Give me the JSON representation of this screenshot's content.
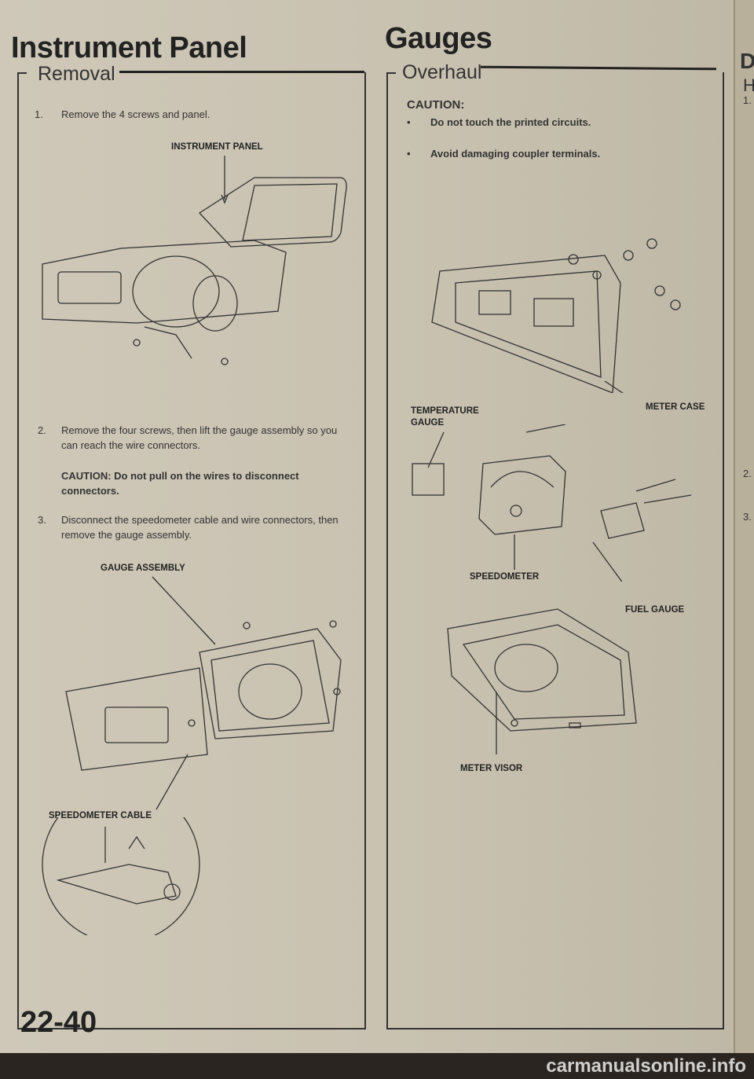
{
  "left": {
    "title": "Instrument Panel",
    "section": "Removal",
    "step1": {
      "num": "1.",
      "text": "Remove the 4 screws and panel."
    },
    "label_instrument_panel": "INSTRUMENT PANEL",
    "step2": {
      "num": "2.",
      "text": "Remove the four screws, then lift the gauge assembly so you can reach the wire connectors."
    },
    "caution2": "CAUTION: Do not pull on the wires to disconnect connectors.",
    "step3": {
      "num": "3.",
      "text": "Disconnect the speedometer cable and wire connectors, then remove the gauge assembly."
    },
    "label_gauge_assembly": "GAUGE ASSEMBLY",
    "label_speedometer_cable": "SPEEDOMETER CABLE"
  },
  "right": {
    "title": "Gauges",
    "section": "Overhaul",
    "caution_heading": "CAUTION:",
    "cautions": [
      "Do not touch the printed circuits.",
      "Avoid damaging coupler terminals."
    ],
    "labels": {
      "meter_case": "METER CASE",
      "temperature_gauge": "TEMPERATURE GAUGE",
      "speedometer": "SPEEDOMETER",
      "fuel_gauge": "FUEL GAUGE",
      "meter_visor": "METER VISOR"
    }
  },
  "edge": {
    "title": "Da",
    "sub": "H",
    "nums": [
      "1.",
      "2.",
      "3."
    ]
  },
  "page_number": "22-40",
  "watermark": "carmanualsonline.info"
}
